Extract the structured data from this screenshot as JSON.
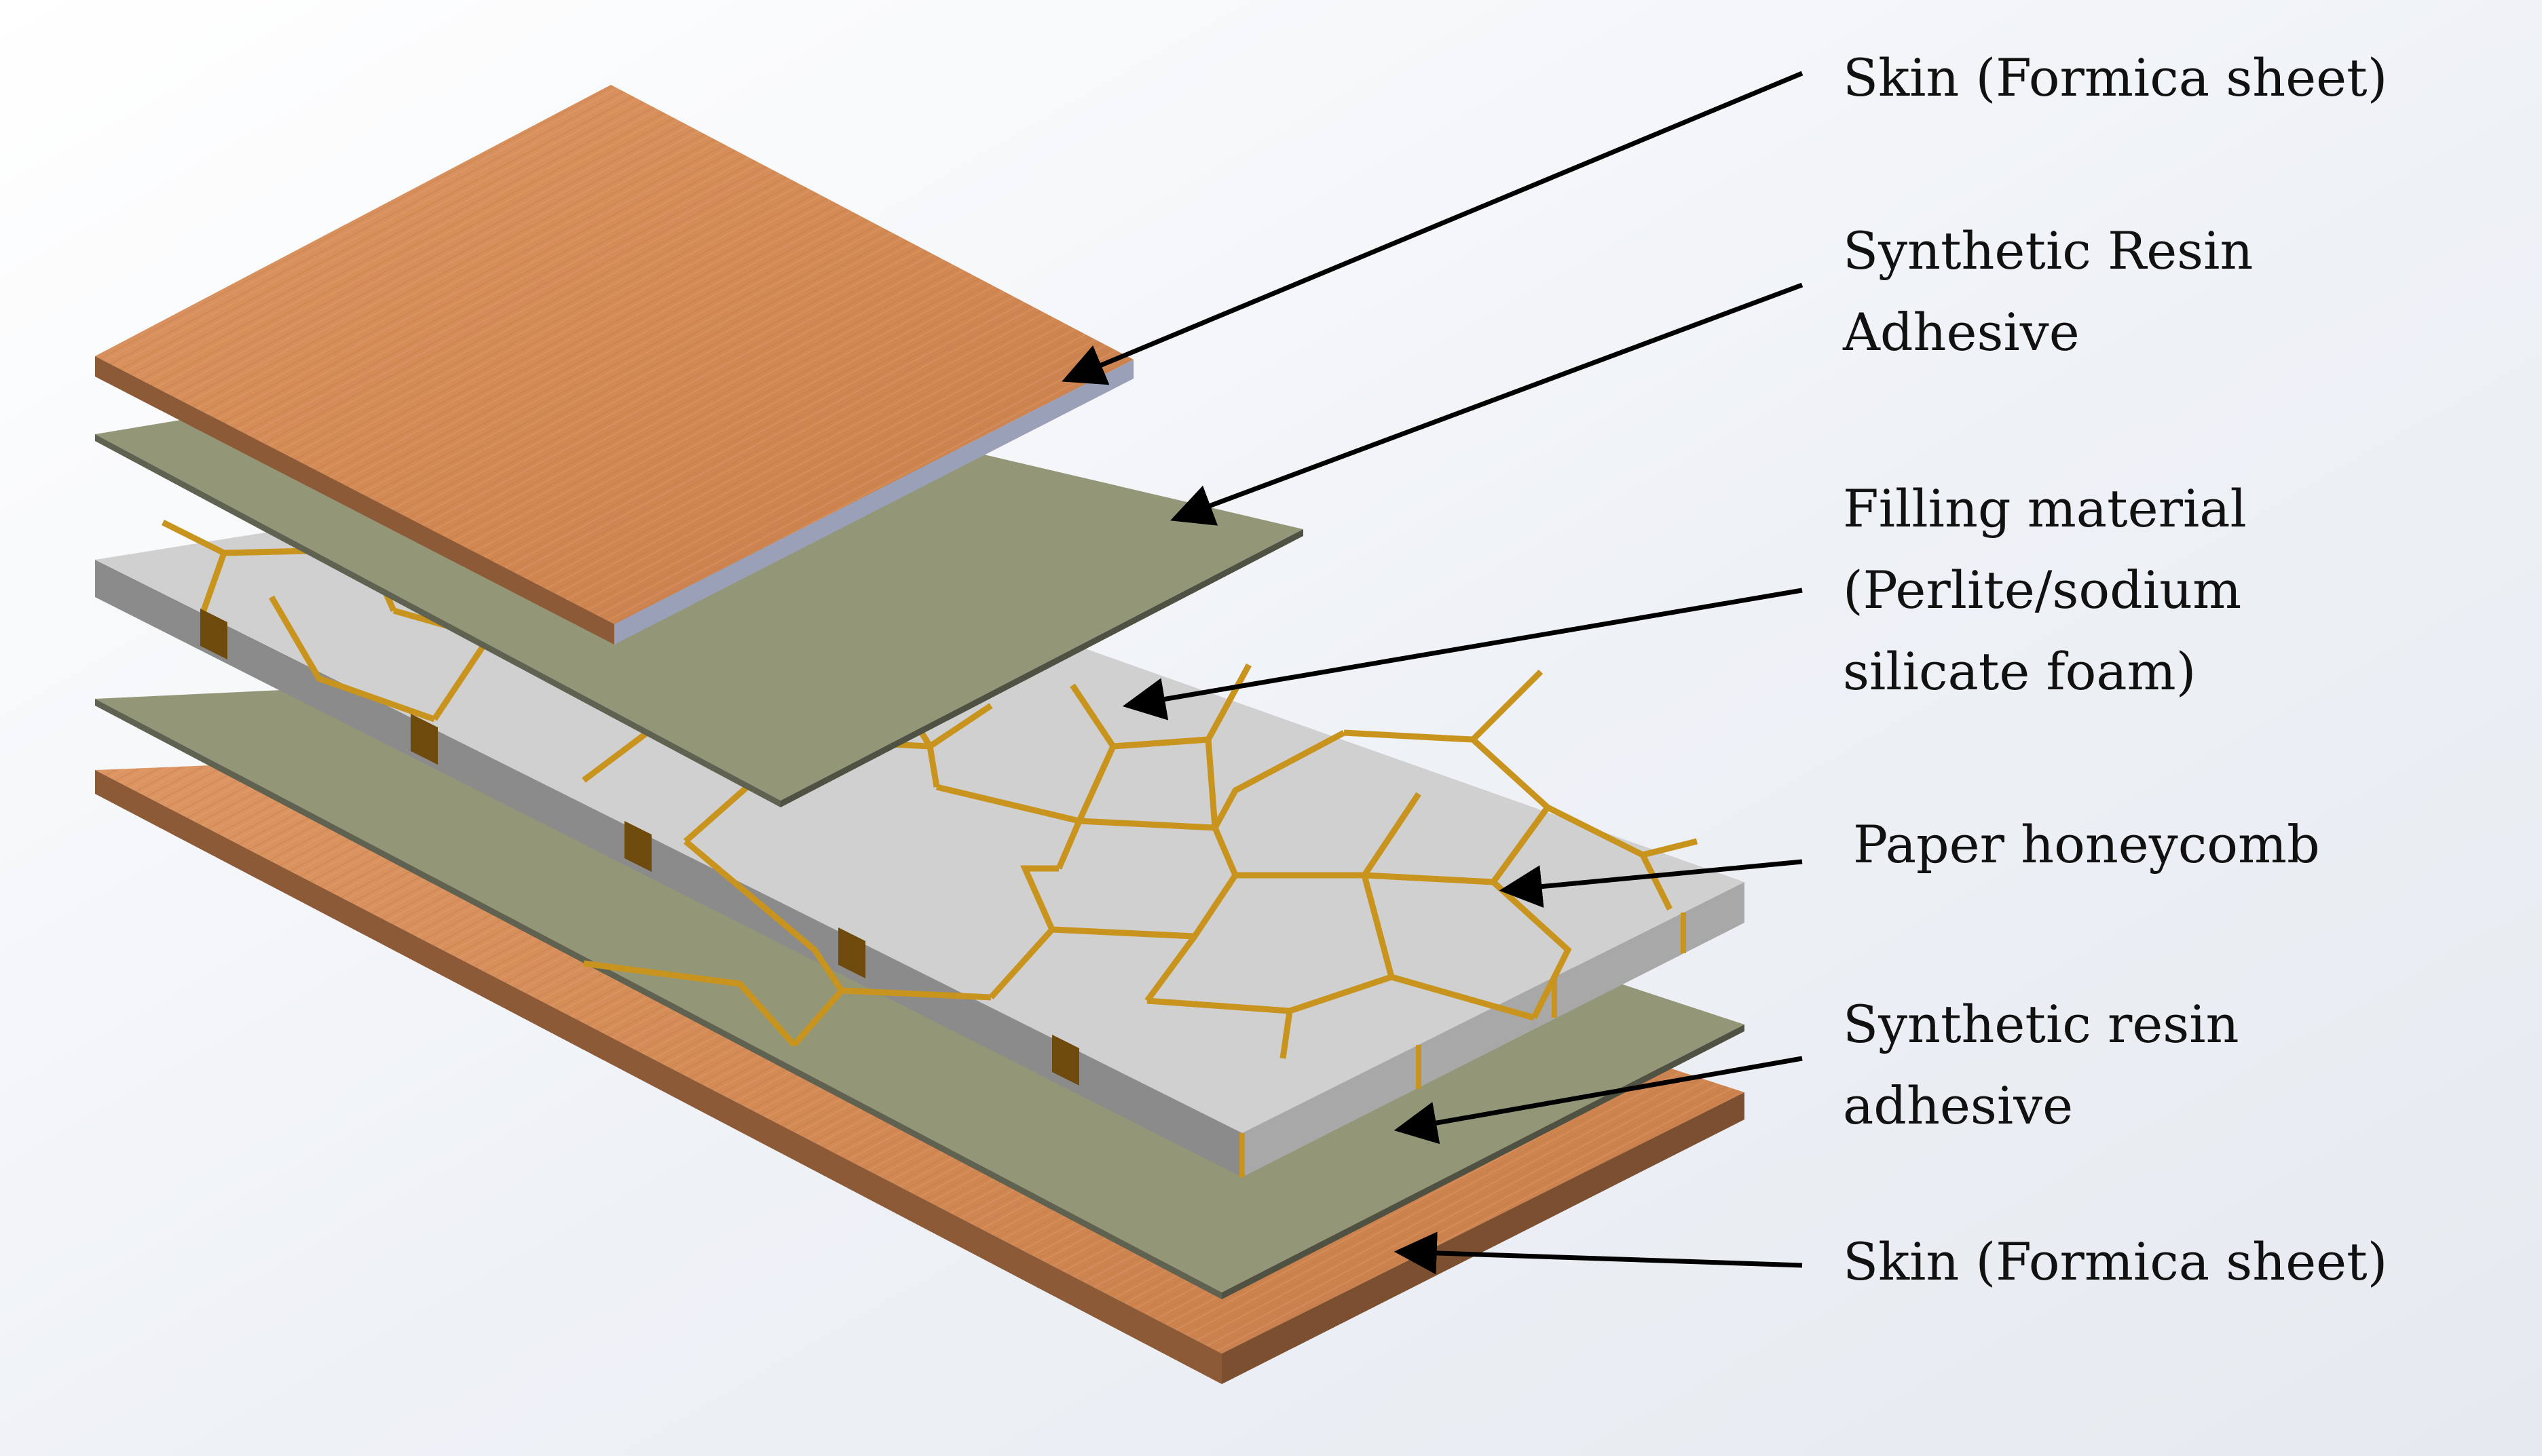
{
  "labels": {
    "skin_top": [
      "Skin (Formica sheet)"
    ],
    "resin_top": [
      "Synthetic  Resin",
      "Adhesive"
    ],
    "filling": [
      "Filling  material",
      "(Perlite/sodium",
      "silicate foam)"
    ],
    "honeycomb": [
      "Paper honeycomb"
    ],
    "resin_bottom": [
      "Synthetic  resin",
      "adhesive"
    ],
    "skin_bottom": [
      "Skin (Formica sheet)"
    ]
  },
  "colors": {
    "wood": "#d38a55",
    "wood_edge": "#8c5a37",
    "resin": "#939777",
    "core_face": "#d0d0d0",
    "core_side": "#8b8b8b",
    "cell_wall": "#c8941e",
    "cell_wall_dark": "#6e4a0c",
    "arrow": "#000000"
  }
}
